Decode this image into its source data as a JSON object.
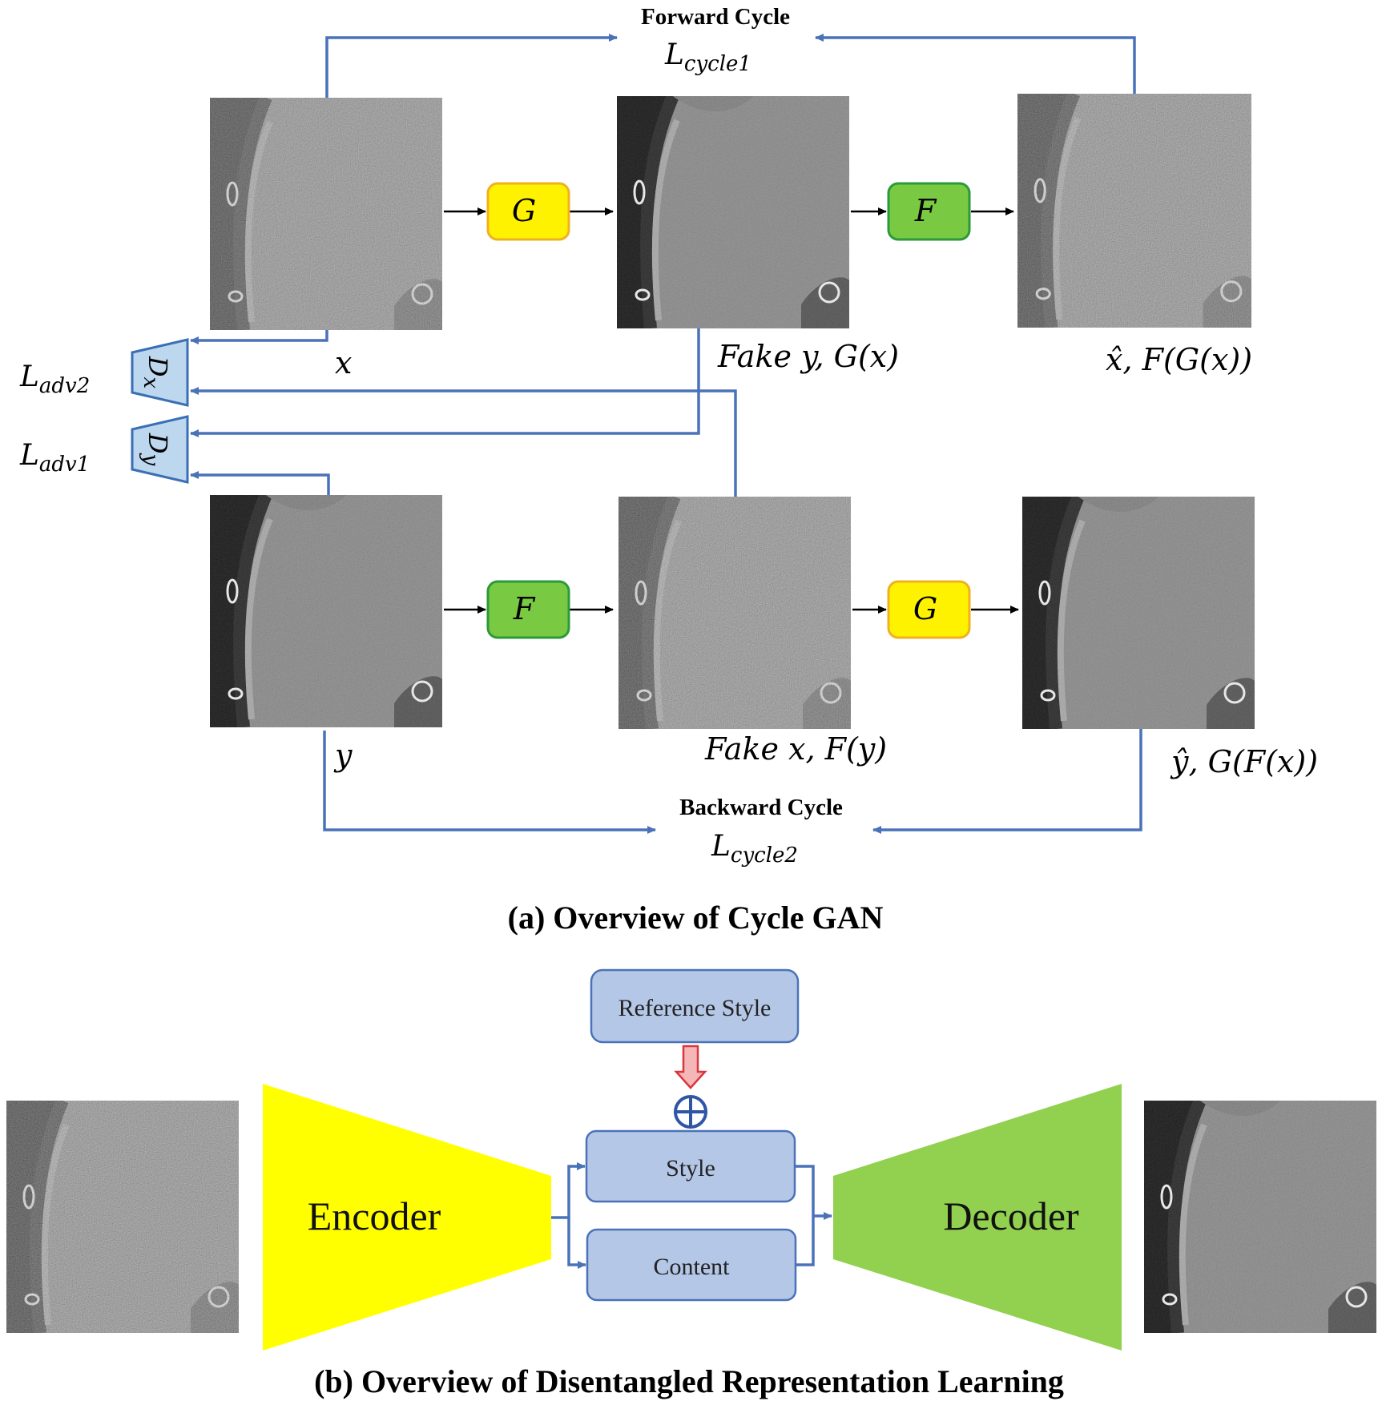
{
  "panel_a": {
    "caption": "(a) Overview of Cycle GAN",
    "forward": {
      "title": "Forward Cycle",
      "loss_base": "L",
      "loss_sub": "cycle1"
    },
    "backward": {
      "title": "Backward Cycle",
      "loss_base": "L",
      "loss_sub": "cycle2"
    },
    "labels": {
      "x": "x",
      "fake_y": "Fake y, G(x)",
      "x_hat": "x̂, F(G(x))",
      "y": "y",
      "fake_x": "Fake x, F(y)",
      "y_hat": "ŷ, G(F(x))"
    },
    "generators": {
      "G": "G",
      "F": "F"
    },
    "discriminators": {
      "dx": {
        "base": "D",
        "sub": "x"
      },
      "dy": {
        "base": "D",
        "sub": "y"
      }
    },
    "adv_losses": {
      "adv2": {
        "base": "L",
        "sub": "adv2"
      },
      "adv1": {
        "base": "L",
        "sub": "adv1"
      }
    }
  },
  "panel_b": {
    "caption": "(b) Overview of Disentangled Representation Learning",
    "encoder": "Encoder",
    "decoder": "Decoder",
    "reference_style": "Reference Style",
    "style": "Style",
    "content": "Content",
    "plus_symbol": "⊕"
  },
  "colors": {
    "wire": "#4a72b8",
    "generator_G": "#fff200",
    "generator_F": "#7ac943",
    "encoder": "#ffff00",
    "decoder": "#92d050",
    "feature_box": "#b4c7e7",
    "discriminator": "#bdd7ee"
  }
}
